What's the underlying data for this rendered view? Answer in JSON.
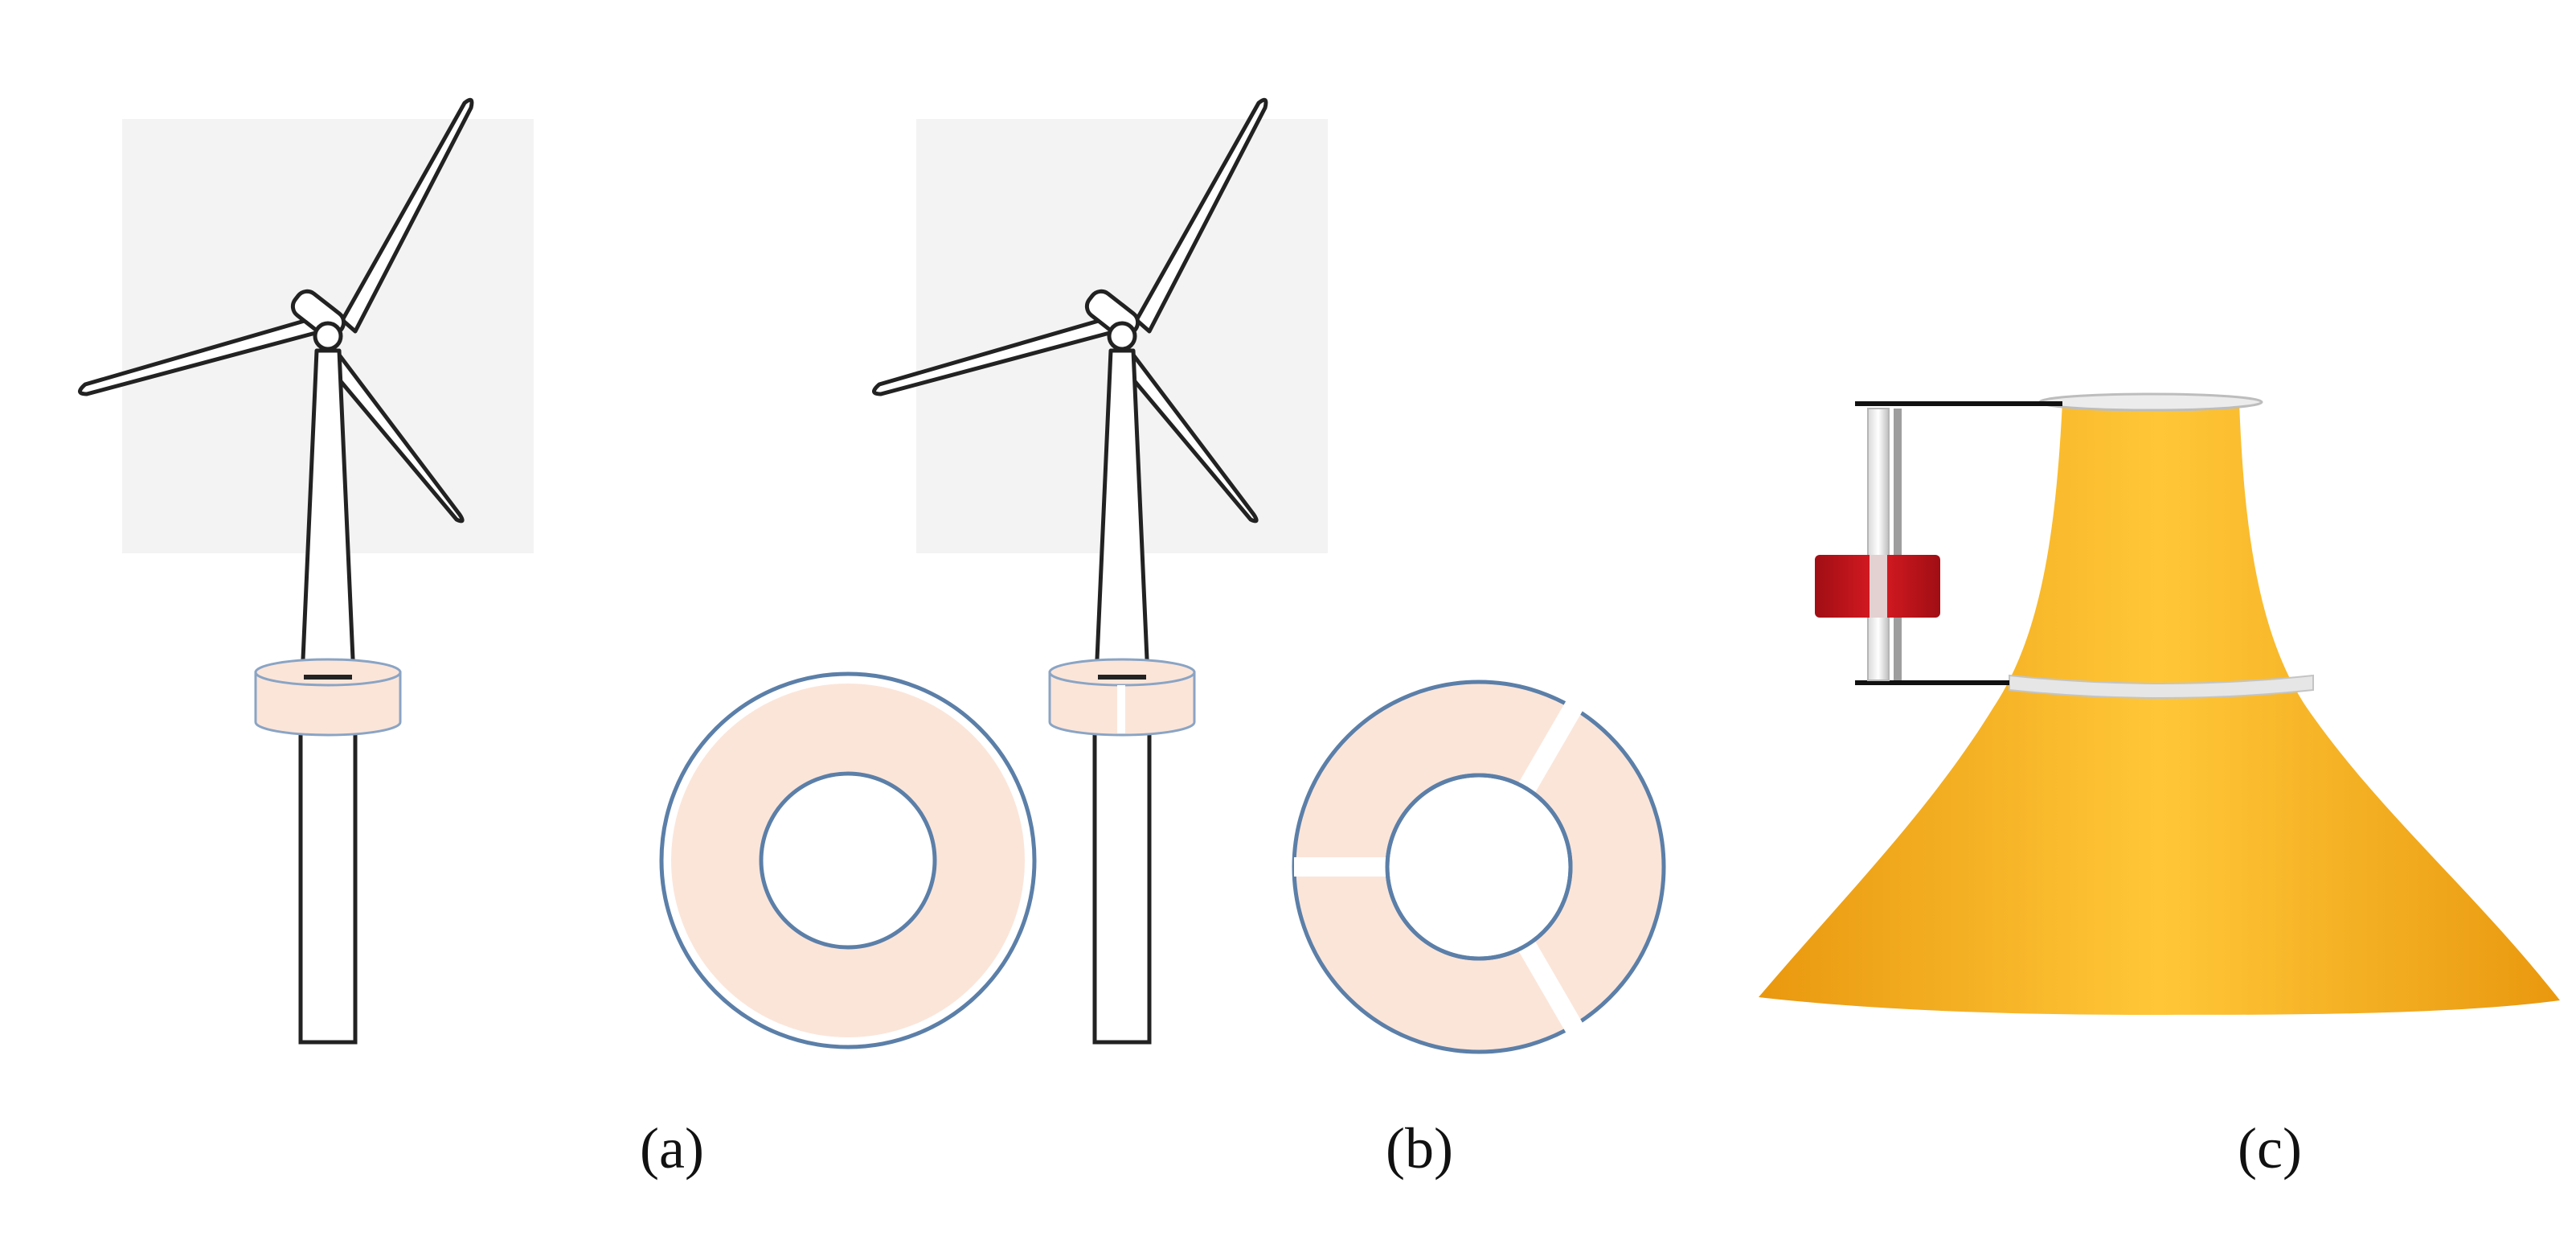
{
  "figure": {
    "panels": [
      {
        "id": "a",
        "label": "(a)"
      },
      {
        "id": "b",
        "label": "(b)"
      },
      {
        "id": "c",
        "label": "(c)"
      }
    ]
  },
  "colors": {
    "background": "#ffffff",
    "sky_patch": "#f2f2f2",
    "turbine_stroke": "#222222",
    "ring_fill": "#fbe5d9",
    "ring_stroke": "#5b7fa8",
    "buoy_orange": "#f5ad1f",
    "buoy_orange_light": "#ffc738",
    "buoy_orange_dark": "#e9980e",
    "float_red": "#c0131a",
    "collar_white": "#e6e6e6"
  },
  "icons": {
    "turbine": "wind-turbine-icon",
    "ring_intact": "ring-icon",
    "ring_segmented": "segmented-ring-icon",
    "buoy": "buoy-icon"
  }
}
